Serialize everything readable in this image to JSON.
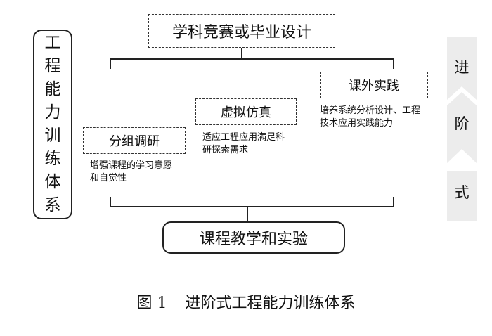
{
  "top_box": {
    "label": "学科竞赛或毕业设计"
  },
  "bottom_box": {
    "label": "课程教学和实验"
  },
  "left_box": {
    "chars": [
      "工",
      "程",
      "能",
      "力",
      "训",
      "练",
      "体",
      "系"
    ]
  },
  "nodes": [
    {
      "label": "分组调研",
      "desc": [
        "增强课程的学习意愿",
        "和自觉性"
      ]
    },
    {
      "label": "虚拟仿真",
      "desc": [
        "适应工程应用满足科",
        "研探索需求"
      ]
    },
    {
      "label": "课外实践",
      "desc": [
        "培养系统分析设计、工程",
        "技术应用实践能力"
      ]
    }
  ],
  "right_arrow": {
    "chars": [
      "进",
      "阶",
      "式"
    ],
    "fill": "#ececec"
  },
  "caption": {
    "number": "图 1",
    "title": "进阶式工程能力训练体系"
  }
}
